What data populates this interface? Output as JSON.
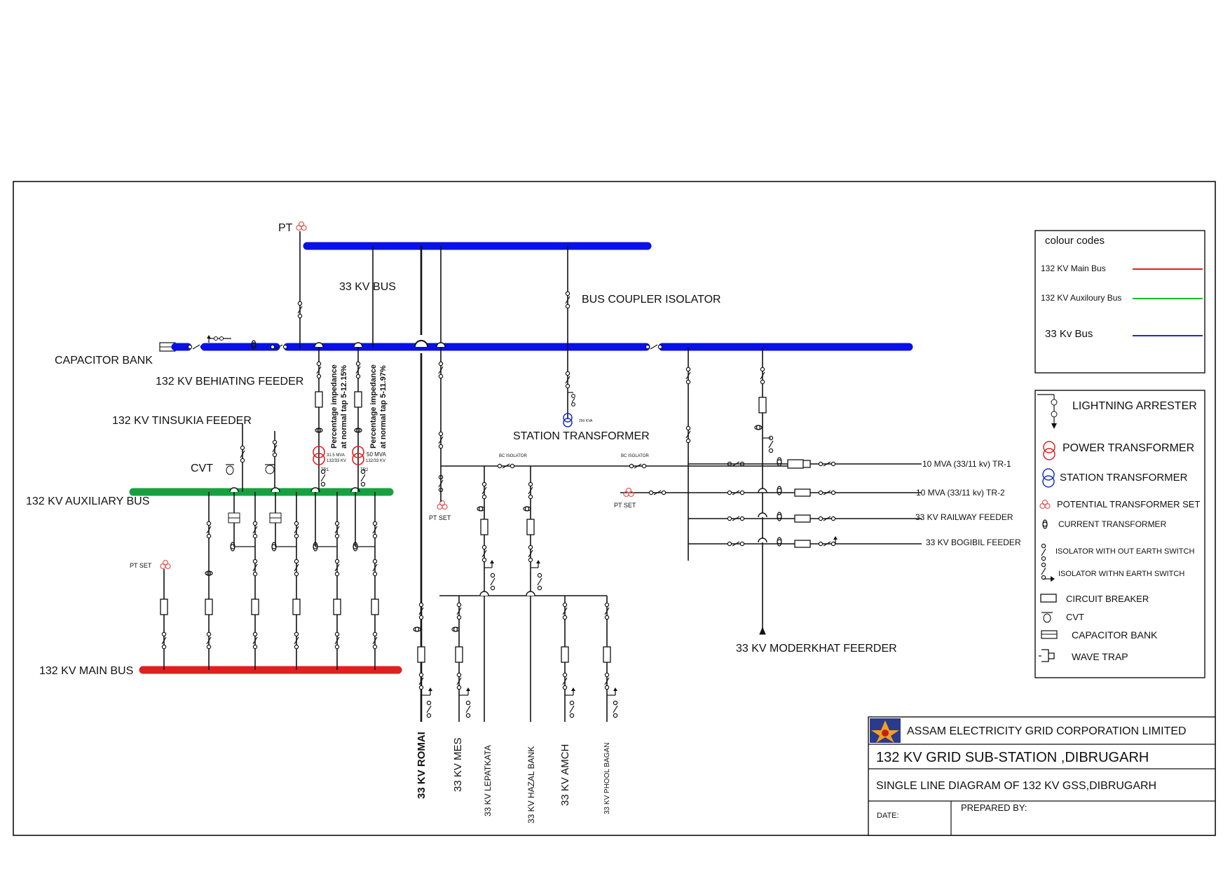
{
  "buses": {
    "bus33_label": "33 KV BUS",
    "bus_coupler_label": "BUS COUPLER ISOLATOR",
    "capacitor_bank_label": "CAPACITOR BANK",
    "aux_bus_label": "132 KV AUXILIARY BUS",
    "main_bus_label": "132 KV MAIN BUS",
    "pt_label": "PT",
    "cvt_label": "CVT",
    "pt_set_label": "PT SET",
    "station_tr_label": "STATION TRANSFORMER",
    "station_tr_rating": "250 KVA",
    "bc_isolator_label": "BC ISOLATOR",
    "colors": {
      "main": "#e02020",
      "aux": "#18a040",
      "bus33": "#0a10e8"
    }
  },
  "feeders": {
    "beh": "132 KV BEHIATING FEEDER",
    "tin": "132 KV TINSUKIA FEEDER",
    "moderkhat": "33 KV MODERKHAT FEERDER"
  },
  "transformers": {
    "tr1": {
      "note1": "Percentage impedance",
      "note2": "at normal tap 5-12.15%",
      "rating1": "31.5 MVA",
      "rating2": "132/33 KV",
      "tag": "TR1"
    },
    "tr2": {
      "note1": "Percentage impedance",
      "note2": "at normal tap 5-11.97%",
      "rating1": "50 MVA",
      "rating2": "132/33 KV",
      "tag": "TR2"
    }
  },
  "outgoing_33kv": [
    "33 KV ROMAI",
    "33 KV MES",
    "33 KV LEPATKATA",
    "33 KV HAZAL BANK",
    "33 KV AMCH",
    "33 KV PHOOL BAGAN"
  ],
  "right_feeders": [
    "10 MVA (33/11 kv) TR-1",
    "10 MVA (33/11 kv) TR-2",
    "33 KV RAILWAY FEEDER",
    "33 KV BOGIBIL FEEDER"
  ],
  "colour_codes": {
    "title": "colour codes",
    "items": [
      {
        "label": "132 KV Main Bus",
        "color": "#e02020"
      },
      {
        "label": "132 KV Auxiloury Bus",
        "color": "#18c020"
      },
      {
        "label": "33 Kv Bus",
        "color": "#1830c0"
      }
    ]
  },
  "legend": {
    "items": [
      {
        "label": "LIGHTNING ARRESTER",
        "icon": "lightning-arrester-icon"
      },
      {
        "label": "POWER TRANSFORMER",
        "icon": "power-transformer-icon"
      },
      {
        "label": "STATION TRANSFORMER",
        "icon": "station-transformer-icon"
      },
      {
        "label": "POTENTIAL TRANSFORMER SET",
        "icon": "pt-set-icon"
      },
      {
        "label": "CURRENT TRANSFORMER",
        "icon": "current-transformer-icon"
      },
      {
        "label": "ISOLATOR WITH OUT EARTH SWITCH",
        "icon": "isolator-icon"
      },
      {
        "label": "ISOLATOR WITHN EARTH SWITCH",
        "icon": "isolator-earth-icon"
      },
      {
        "label": "CIRCUIT BREAKER",
        "icon": "circuit-breaker-icon"
      },
      {
        "label": "CVT",
        "icon": "cvt-icon"
      },
      {
        "label": "CAPACITOR BANK",
        "icon": "capacitor-bank-icon"
      },
      {
        "label": "WAVE TRAP",
        "icon": "wave-trap-icon"
      }
    ]
  },
  "title_block": {
    "company": "ASSAM ELECTRICITY GRID CORPORATION LIMITED",
    "station": "132 KV GRID SUB-STATION ,DIBRUGARH",
    "drawing": "SINGLE LINE DIAGRAM OF 132 KV GSS,DIBRUGARH",
    "date_label": "DATE:",
    "prepared_label": "PREPARED BY:"
  }
}
